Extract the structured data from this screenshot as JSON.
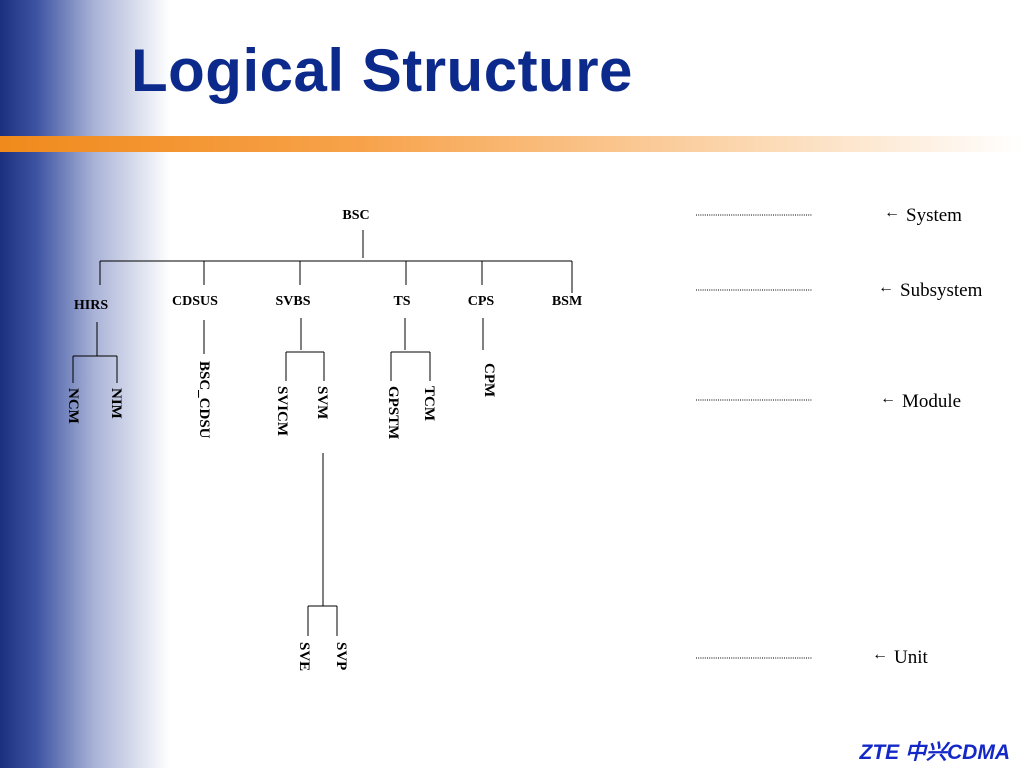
{
  "slide": {
    "title": "Logical Structure",
    "brand": "ZTE 中兴CDMA"
  },
  "tree": {
    "root": "BSC",
    "subsystems": [
      "HIRS",
      "CDSUS",
      "SVBS",
      "TS",
      "CPS",
      "BSM"
    ],
    "modules": {
      "HIRS": [
        "NCM",
        "NIM"
      ],
      "CDSUS": [
        "BSC_CDSU"
      ],
      "SVBS": [
        "SVICM",
        "SVM"
      ],
      "TS": [
        "GPSTM",
        "TCM"
      ],
      "CPS": [
        "CPM"
      ]
    },
    "units": {
      "SVM": [
        "SVE",
        "SVP"
      ]
    }
  },
  "levels": [
    {
      "arrow": "←",
      "label": "System"
    },
    {
      "arrow": "←",
      "label": "Subsystem"
    },
    {
      "arrow": "←",
      "label": "Module"
    },
    {
      "arrow": "←",
      "label": "Unit"
    }
  ]
}
